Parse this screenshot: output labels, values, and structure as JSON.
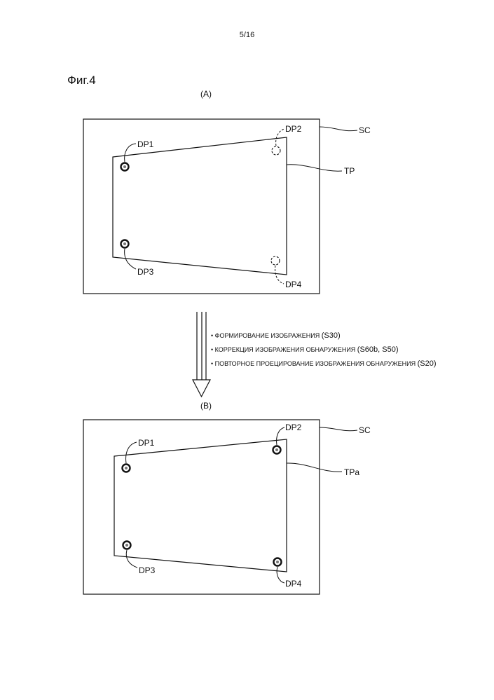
{
  "page_number": "5/16",
  "figure_label": "Фиг.4",
  "panel_a": {
    "label": "(A)",
    "screen_label": "SC",
    "image_label": "TP",
    "points": [
      "DP1",
      "DP2",
      "DP3",
      "DP4"
    ]
  },
  "steps": [
    {
      "text": "ФОРМИРОВАНИЕ ИЗОБРАЖЕНИЯ ",
      "code": "(S30)"
    },
    {
      "text": "КОРРЕКЦИЯ ИЗОБРАЖЕНИЯ ОБНАРУЖЕНИЯ ",
      "code": "(S60b, S50)"
    },
    {
      "text": "ПОВТОРНОЕ ПРОЕЦИРОВАНИЕ ИЗОБРАЖЕНИЯ ОБНАРУЖЕНИЯ ",
      "code": "(S20)"
    }
  ],
  "panel_b": {
    "label": "(B)",
    "screen_label": "SC",
    "image_label": "TPa",
    "points": [
      "DP1",
      "DP2",
      "DP3",
      "DP4"
    ]
  }
}
